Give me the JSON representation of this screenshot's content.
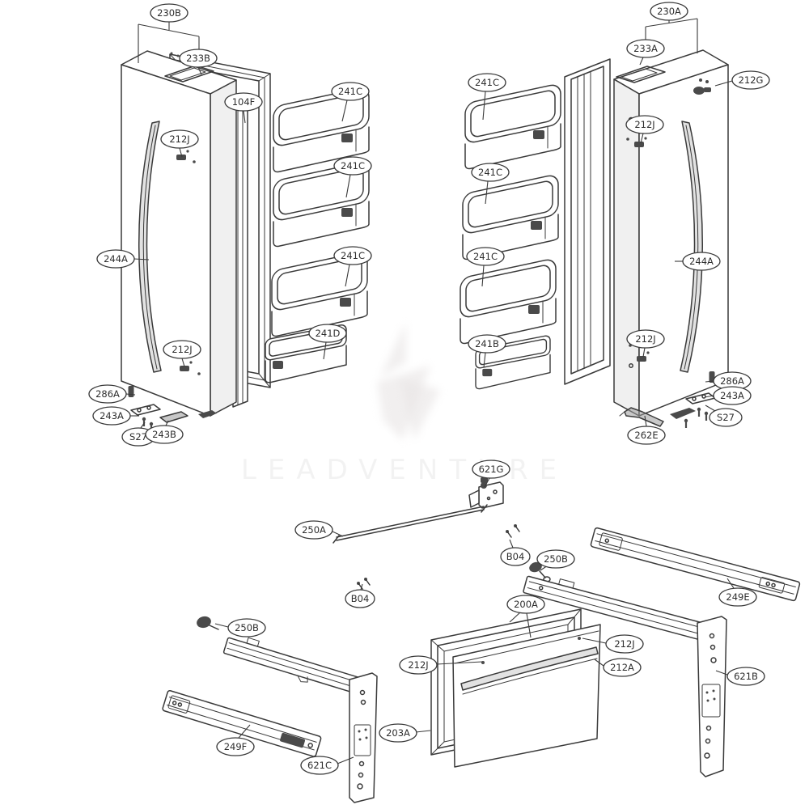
{
  "watermark": "LEADVENTURE",
  "colors": {
    "line": "#3a3a3a",
    "dark_fill": "#4a4a4a",
    "label_text": "#2e2e2e",
    "background": "#ffffff"
  },
  "callouts": [
    "230B",
    "233B",
    "104F",
    "212J",
    "244A",
    "212J",
    "286A",
    "243A",
    "S27",
    "243B",
    "241C",
    "241C",
    "241C",
    "241D",
    "241C",
    "241C",
    "241C",
    "241B",
    "230A",
    "233A",
    "212G",
    "212J",
    "244A",
    "212J",
    "286A",
    "243A",
    "S27",
    "262E",
    "621G",
    "250A",
    "B04",
    "250B",
    "249E",
    "B04",
    "250B",
    "200A",
    "212J",
    "212A",
    "212J",
    "203A",
    "249F",
    "621C",
    "621B"
  ]
}
